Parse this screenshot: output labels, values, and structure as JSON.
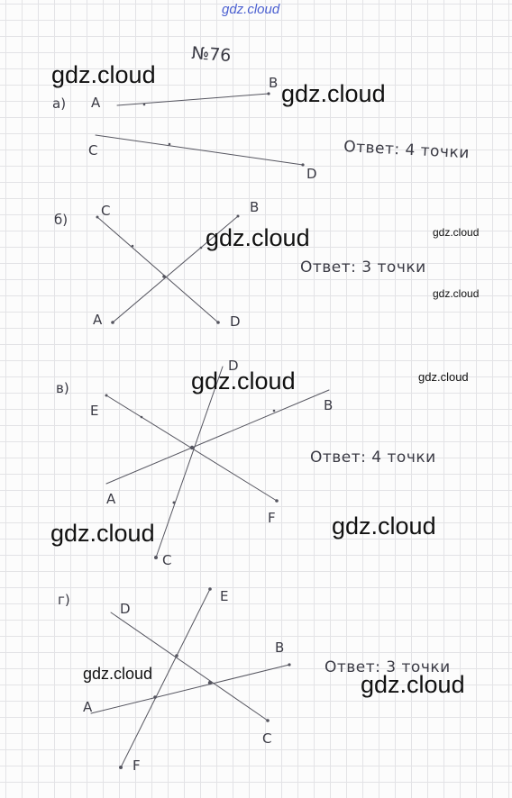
{
  "header": {
    "site": "gdz.cloud",
    "problem": "№76"
  },
  "watermark": "gdz.cloud",
  "parts": [
    {
      "label": "а)",
      "points": [
        "A",
        "B",
        "C",
        "D"
      ],
      "answer": "Ответ: 4 точки"
    },
    {
      "label": "б)",
      "points": [
        "C",
        "B",
        "A",
        "D"
      ],
      "answer": "Ответ: 3 точки"
    },
    {
      "label": "в)",
      "points": [
        "D",
        "E",
        "B",
        "A",
        "F",
        "C"
      ],
      "answer": "Ответ: 4 точки"
    },
    {
      "label": "г)",
      "points": [
        "D",
        "E",
        "B",
        "A",
        "C",
        "F"
      ],
      "answer": "Ответ: 3 точки"
    }
  ],
  "colors": {
    "ink": "#3a3a44",
    "grid": "#e3e3e6",
    "watermark": "#111111",
    "site_link": "#4a5fd0"
  }
}
